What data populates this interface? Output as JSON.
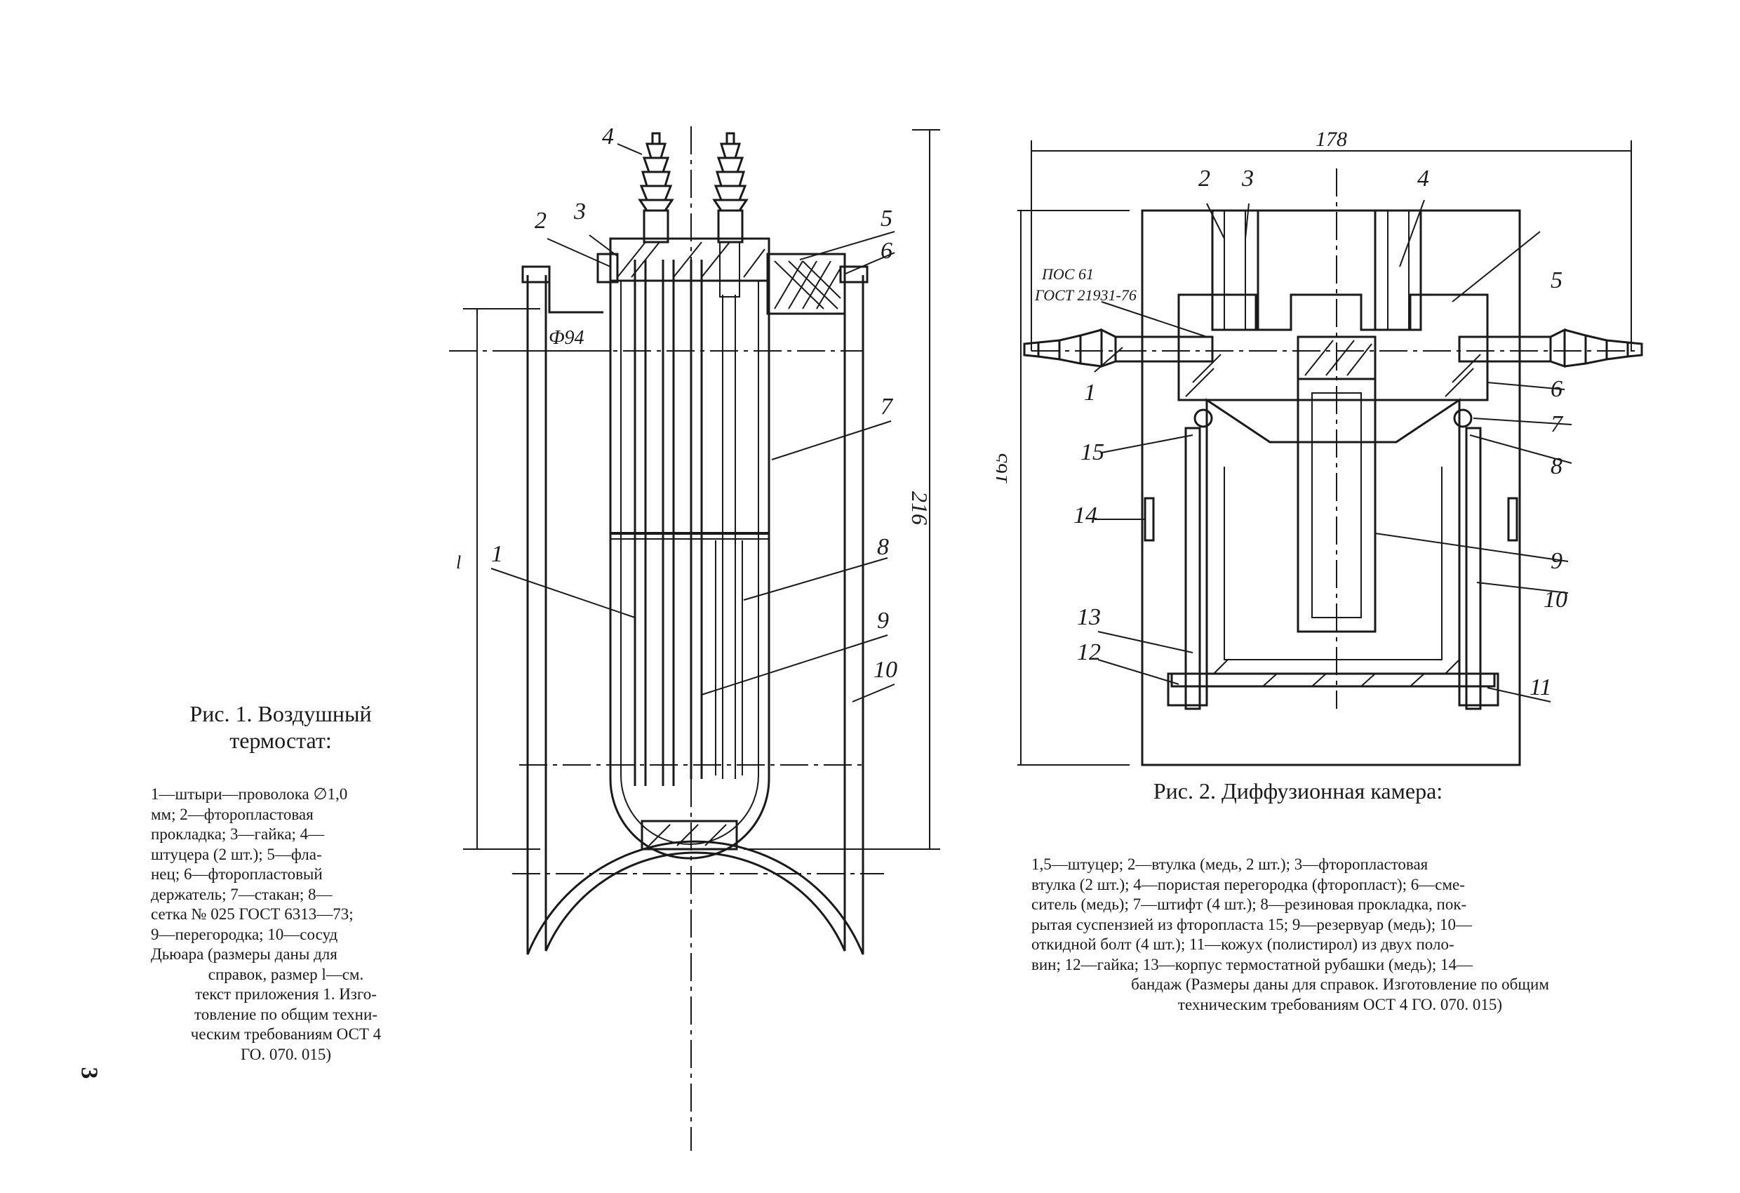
{
  "page_number": "3",
  "figure1": {
    "title_line1": "Рис. 1. Воздушный",
    "title_line2": "термостат:",
    "caption_lines": [
      "1—штыри—проволока ∅1,0",
      "мм; 2—фторопластовая",
      "прокладка; 3—гайка; 4—",
      "штуцера (2 шт.); 5—фла-",
      "нец; 6—фторопластовый",
      "держатель; 7—стакан; 8—",
      "сетка № 025 ГОСТ 6313—73;",
      "9—перегородка; 10—сосуд",
      "Дьюара (размеры даны для",
      "справок, размер l—см.",
      "текст приложения 1. Изго-",
      "товление по общим техни-",
      "ческим требованиям ОСТ 4",
      "ГО. 070. 015)"
    ],
    "labels": [
      "1",
      "2",
      "3",
      "4",
      "5",
      "6",
      "7",
      "8",
      "9",
      "10"
    ],
    "dimensions": {
      "overall_height": "216",
      "diameter": "Ф94",
      "length": "l"
    }
  },
  "figure2": {
    "title": "Рис. 2. Диффузионная камера:",
    "caption_lines": [
      "1,5—штуцер; 2—втулка (медь, 2 шт.); 3—фторопластовая",
      "втулка (2 шт.); 4—пористая перегородка (фторопласт); 6—сме-",
      "ситель (медь); 7—штифт (4 шт.); 8—резиновая прокладка, пок-",
      "рытая суспензией из фторопласта 15; 9—резервуар (медь); 10—",
      "откидной болт (4 шт.); 11—кожух (полистирол) из двух поло-",
      "вин; 12—гайка; 13—корпус термостатной рубашки (медь); 14—",
      "бандаж (Размеры даны для справок. Изготовление по общим",
      "техническим требованиям ОСТ 4 ГО. 070. 015)"
    ],
    "labels": [
      "1",
      "2",
      "3",
      "4",
      "5",
      "6",
      "7",
      "8",
      "9",
      "10",
      "11",
      "12",
      "13",
      "14",
      "15"
    ],
    "dimensions": {
      "width": "178",
      "height": "165"
    },
    "solder_note_line1": "ПОС 61",
    "solder_note_line2": "ГОСТ 21931-76"
  }
}
